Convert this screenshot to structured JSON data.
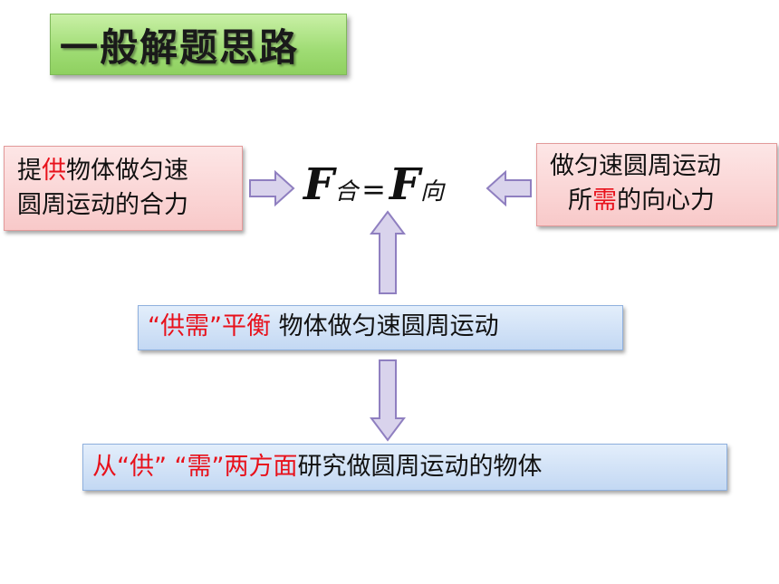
{
  "title": "一般解题思路",
  "left_box": {
    "line1_pre": "提",
    "line1_red": "供",
    "line1_post": "物体做匀速",
    "line2": "圆周运动的合力"
  },
  "right_box": {
    "line1": "做匀速圆周运动",
    "line2_pre": "所",
    "line2_red": "需",
    "line2_post": "的向心力"
  },
  "formula": {
    "left_symbol": "F",
    "left_sub": "合",
    "equals": "=",
    "right_symbol": "F",
    "right_sub": "向"
  },
  "middle_box": {
    "red": "“供需”平衡",
    "text": " 物体做匀速圆周运动"
  },
  "bottom_box": {
    "red": "从“供” “需”两方面",
    "text": "研究做圆周运动的物体"
  },
  "colors": {
    "accent_red": "#e8111b",
    "arrow_fill": "#d9d3ec",
    "arrow_stroke": "#8f7fc0"
  }
}
